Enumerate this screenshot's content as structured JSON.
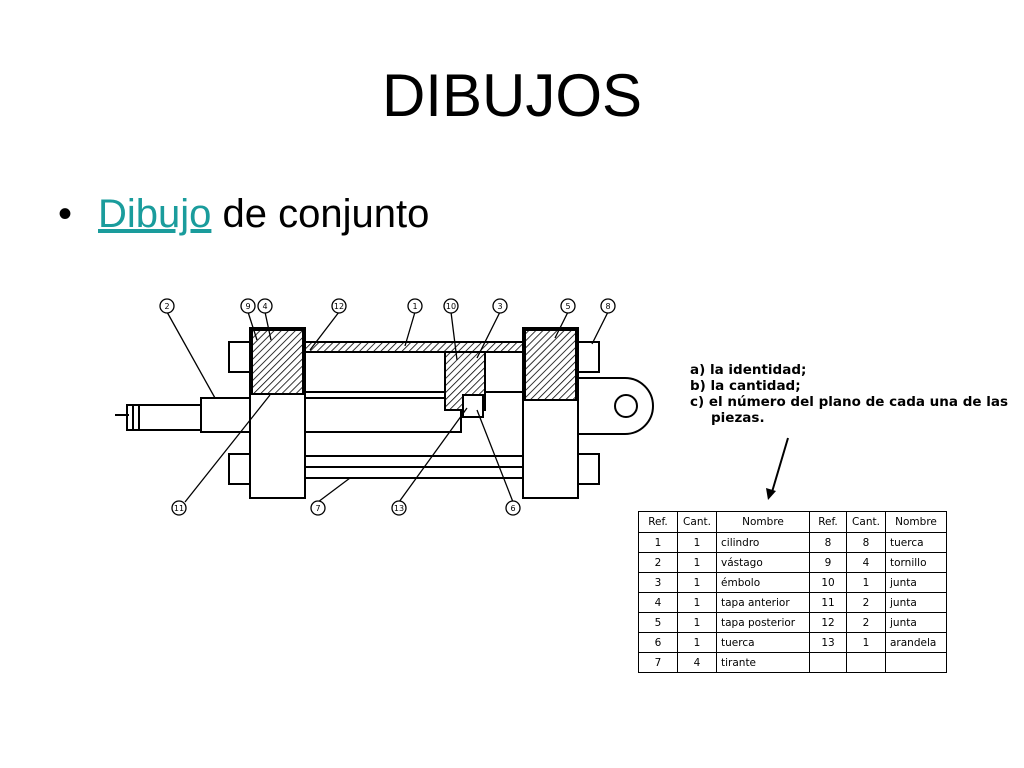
{
  "title": "DIBUJOS",
  "bullet": {
    "link_text": "Dibujo",
    "rest_text": " de conjunto"
  },
  "drawing": {
    "callouts": [
      "2",
      "9",
      "4",
      "12",
      "1",
      "10",
      "3",
      "5",
      "8",
      "11",
      "7",
      "13",
      "6"
    ]
  },
  "notes": [
    "a) la identidad;",
    "b) la cantidad;",
    "c) el número del plano de cada una de las",
    "piezas."
  ],
  "table": {
    "headers": [
      "Ref.",
      "Cant.",
      "Nombre",
      "Ref.",
      "Cant.",
      "Nombre"
    ],
    "rows": [
      [
        "1",
        "1",
        "cilindro",
        "8",
        "8",
        "tuerca"
      ],
      [
        "2",
        "1",
        "vástago",
        "9",
        "4",
        "tornillo"
      ],
      [
        "3",
        "1",
        "émbolo",
        "10",
        "1",
        "junta"
      ],
      [
        "4",
        "1",
        "tapa anterior",
        "11",
        "2",
        "junta"
      ],
      [
        "5",
        "1",
        "tapa posterior",
        "12",
        "2",
        "junta"
      ],
      [
        "6",
        "1",
        "tuerca",
        "13",
        "1",
        "arandela"
      ],
      [
        "7",
        "4",
        "tirante",
        "",
        "",
        ""
      ]
    ]
  },
  "colors": {
    "link": "#1a9c9c",
    "ink": "#000000",
    "background": "#ffffff"
  }
}
